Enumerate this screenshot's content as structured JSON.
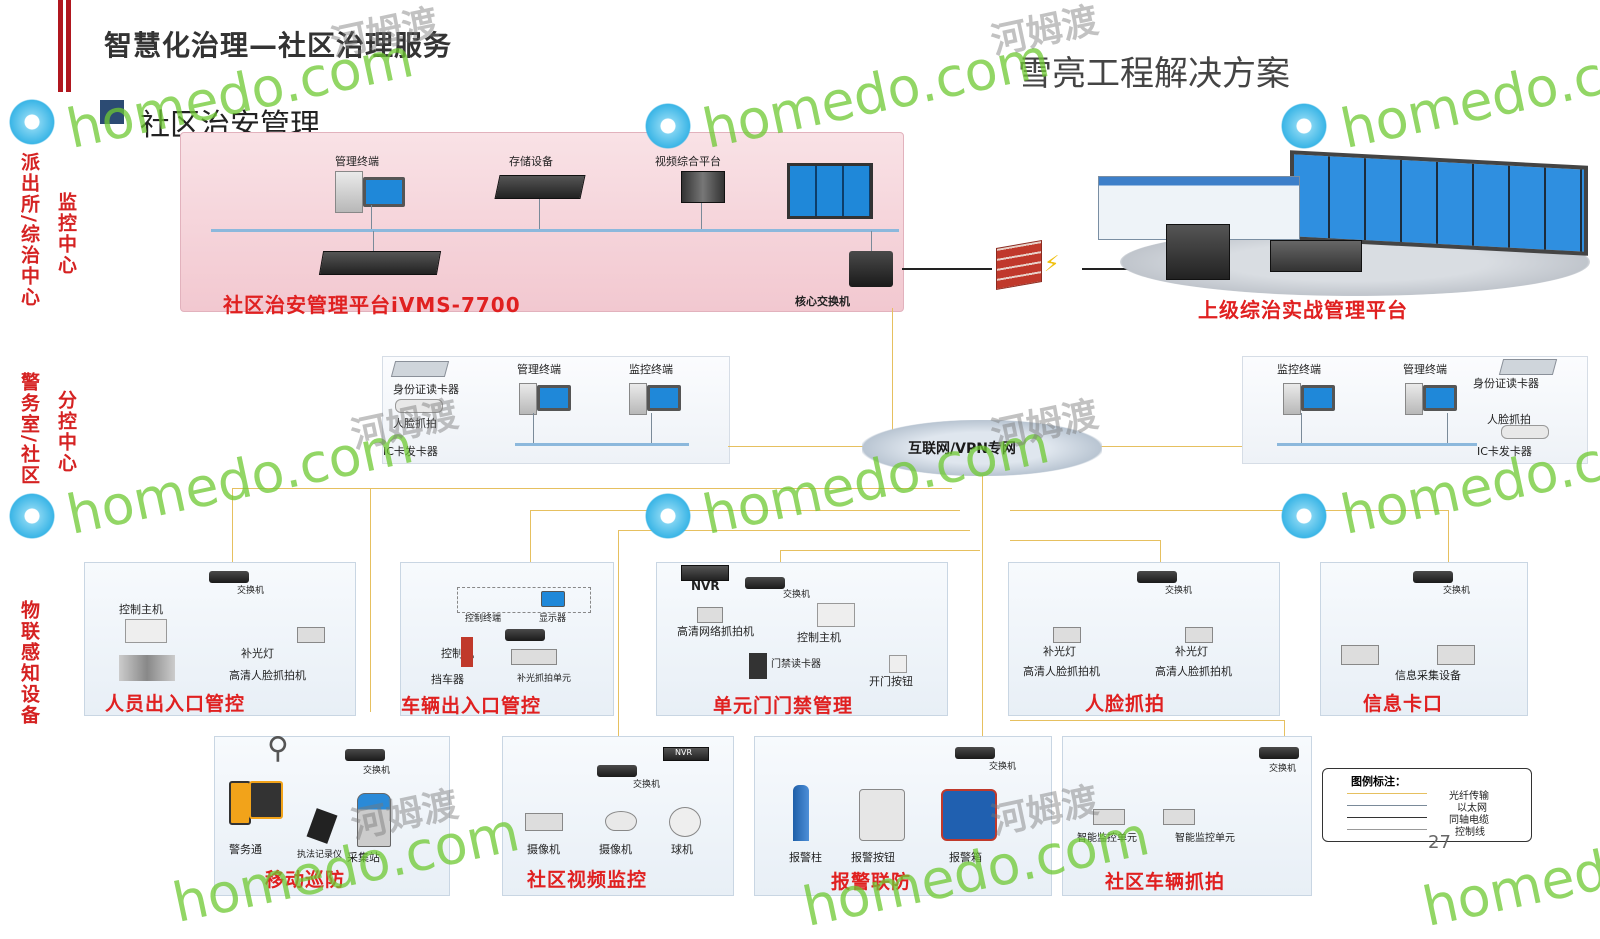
{
  "header": {
    "title": "智慧化治理—社区治理服务",
    "subtitle": "雪亮工程解决方案",
    "section": "社区治安管理"
  },
  "side_labels": {
    "pcs": "派出所/综治中心",
    "monitor_center": "监控中心",
    "police_room": "警务室/社区",
    "sub_center": "分控中心",
    "iot": "物联感知设备"
  },
  "center_panel": {
    "mgmt_terminal": "管理终端",
    "storage": "存储设备",
    "video_platform": "视频综合平台",
    "platform_caption": "社区治安管理平台iVMS-7700",
    "core_switch": "核心交换机"
  },
  "upper_platform": {
    "caption": "上级综治实战管理平台"
  },
  "network": {
    "cloud_label": "互联网/VPN专网"
  },
  "left_sub": {
    "id_reader": "身份证读卡器",
    "face_capture": "人脸抓拍",
    "ic_card": "IC卡发卡器",
    "mgmt_terminal": "管理终端",
    "monitor_terminal": "监控终端"
  },
  "right_sub": {
    "monitor_terminal": "监控终端",
    "mgmt_terminal": "管理终端",
    "id_reader": "身份证读卡器",
    "face_capture": "人脸抓拍",
    "ic_card": "IC卡发卡器"
  },
  "boxes_row1": [
    {
      "caption": "人员出入口管控",
      "switch": "交换机",
      "labels": [
        "控制主机",
        "补光灯",
        "高清人脸抓拍机"
      ]
    },
    {
      "caption": "车辆出入口管控",
      "labels": [
        "控制终端",
        "显示器",
        "控制机",
        "挡车器",
        "补光抓拍单元"
      ]
    },
    {
      "caption": "单元门门禁管理",
      "labels": [
        "NVR",
        "交换机",
        "高清网络抓拍机",
        "控制主机",
        "门禁读卡器",
        "开门按钮"
      ]
    },
    {
      "caption": "人脸抓拍",
      "switch": "交换机",
      "labels": [
        "补光灯",
        "高清人脸抓拍机",
        "补光灯",
        "高清人脸抓拍机"
      ]
    },
    {
      "caption": "信息卡口",
      "switch": "交换机",
      "labels": [
        "信息采集设备"
      ]
    }
  ],
  "boxes_row2": [
    {
      "caption": "移动巡防",
      "labels": [
        "交换机",
        "警务通",
        "执法记录仪",
        "采集站"
      ]
    },
    {
      "caption": "社区视频监控",
      "labels": [
        "NVR",
        "交换机",
        "摄像机",
        "摄像机",
        "球机"
      ]
    },
    {
      "caption": "报警联防",
      "labels": [
        "交换机",
        "报警柱",
        "报警按钮",
        "报警箱"
      ]
    },
    {
      "caption": "社区车辆抓拍",
      "labels": [
        "交换机",
        "智能监控单元",
        "智能监控单元"
      ]
    }
  ],
  "legend": {
    "title": "图例标注：",
    "items": [
      "光纤传输",
      "以太网",
      "同轴电缆",
      "控制线"
    ]
  },
  "page_number": "27",
  "watermarks": {
    "latin": "homedo.com",
    "cn": "河姆渡"
  },
  "colors": {
    "accent_red": "#e02020",
    "header_bar": "#b0171f",
    "watermark_green": "#6ec832",
    "screen_blue": "#1f88d9"
  }
}
